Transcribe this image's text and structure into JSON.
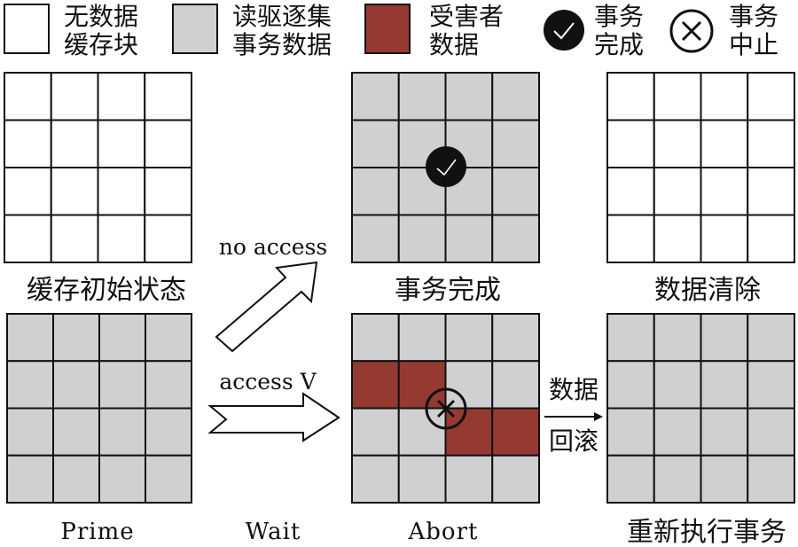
{
  "legend": [
    {
      "kind": "empty",
      "line1": "无数据",
      "line2": "缓存块"
    },
    {
      "kind": "prime",
      "line1": "读驱逐集",
      "line2": "事务数据"
    },
    {
      "kind": "victim",
      "line1": "受害者",
      "line2": "数据"
    },
    {
      "kind": "commit",
      "icon": "check-circle-icon",
      "line1": "事务",
      "line2": "完成"
    },
    {
      "kind": "abort",
      "icon": "cross-circle-icon",
      "line1": "事务",
      "line2": "中止"
    }
  ],
  "colors": {
    "empty": "#ffffff",
    "prime": "#d0d0d2",
    "victim": "#943a30",
    "line": "#111111"
  },
  "grids": [
    {
      "id": "initial",
      "caption": "缓存初始状态",
      "fill": "empty",
      "victim_cells": [],
      "marker": ""
    },
    {
      "id": "commit",
      "caption": "事务完成",
      "fill": "prime",
      "victim_cells": [],
      "marker": "commit"
    },
    {
      "id": "cleared",
      "caption": "数据清除",
      "fill": "empty",
      "victim_cells": [],
      "marker": ""
    },
    {
      "id": "prime",
      "caption": "Prime",
      "fill": "prime",
      "victim_cells": [],
      "marker": ""
    },
    {
      "id": "abort",
      "caption": "Abort",
      "fill": "prime",
      "victim_cells": [
        [
          1,
          0
        ],
        [
          1,
          1
        ],
        [
          2,
          2
        ],
        [
          2,
          3
        ]
      ],
      "marker": "abort"
    },
    {
      "id": "reexec",
      "caption": "重新执行事务",
      "fill": "prime",
      "victim_cells": [],
      "marker": ""
    }
  ],
  "arrows": {
    "no_access_label": "no access",
    "access_label": "access V",
    "wait_caption": "Wait",
    "rollback_line1": "数据",
    "rollback_line2": "回滚"
  }
}
